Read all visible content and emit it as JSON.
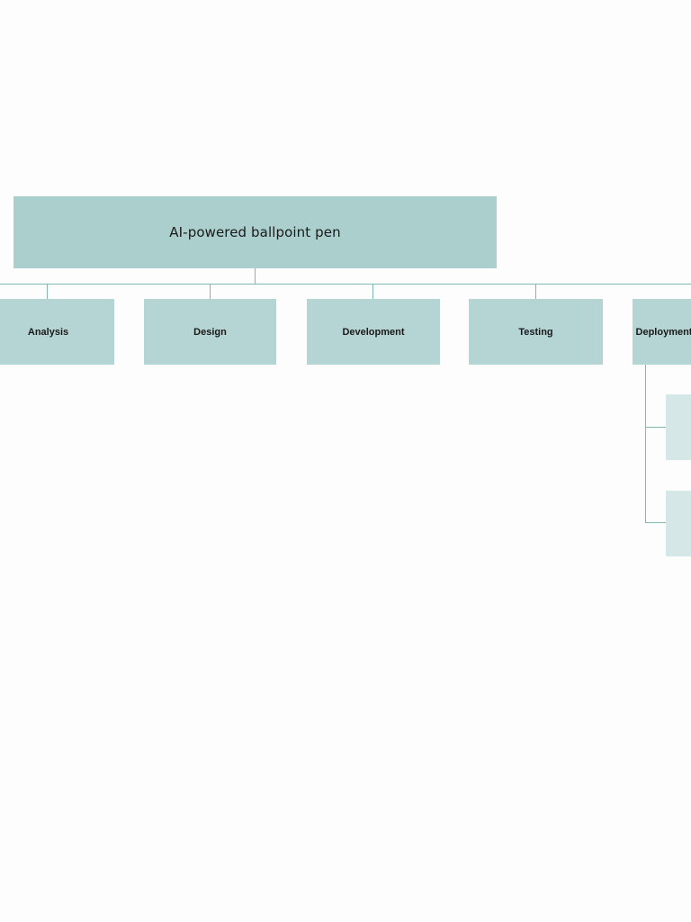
{
  "diagram": {
    "root": {
      "label": "AI-powered ballpoint pen"
    },
    "phases": [
      {
        "label": "Analysis"
      },
      {
        "label": "Design"
      },
      {
        "label": "Development"
      },
      {
        "label": "Testing"
      },
      {
        "label": "Deployment"
      }
    ],
    "deployment_children": [
      {
        "label": ""
      },
      {
        "label": ""
      }
    ]
  },
  "colors": {
    "root_fill": "#abcfcd",
    "phase_fill": "#b4d5d3",
    "sub_fill": "#d5e8e7",
    "connector": "#7fb8b4",
    "background": "#fdfdfd"
  }
}
